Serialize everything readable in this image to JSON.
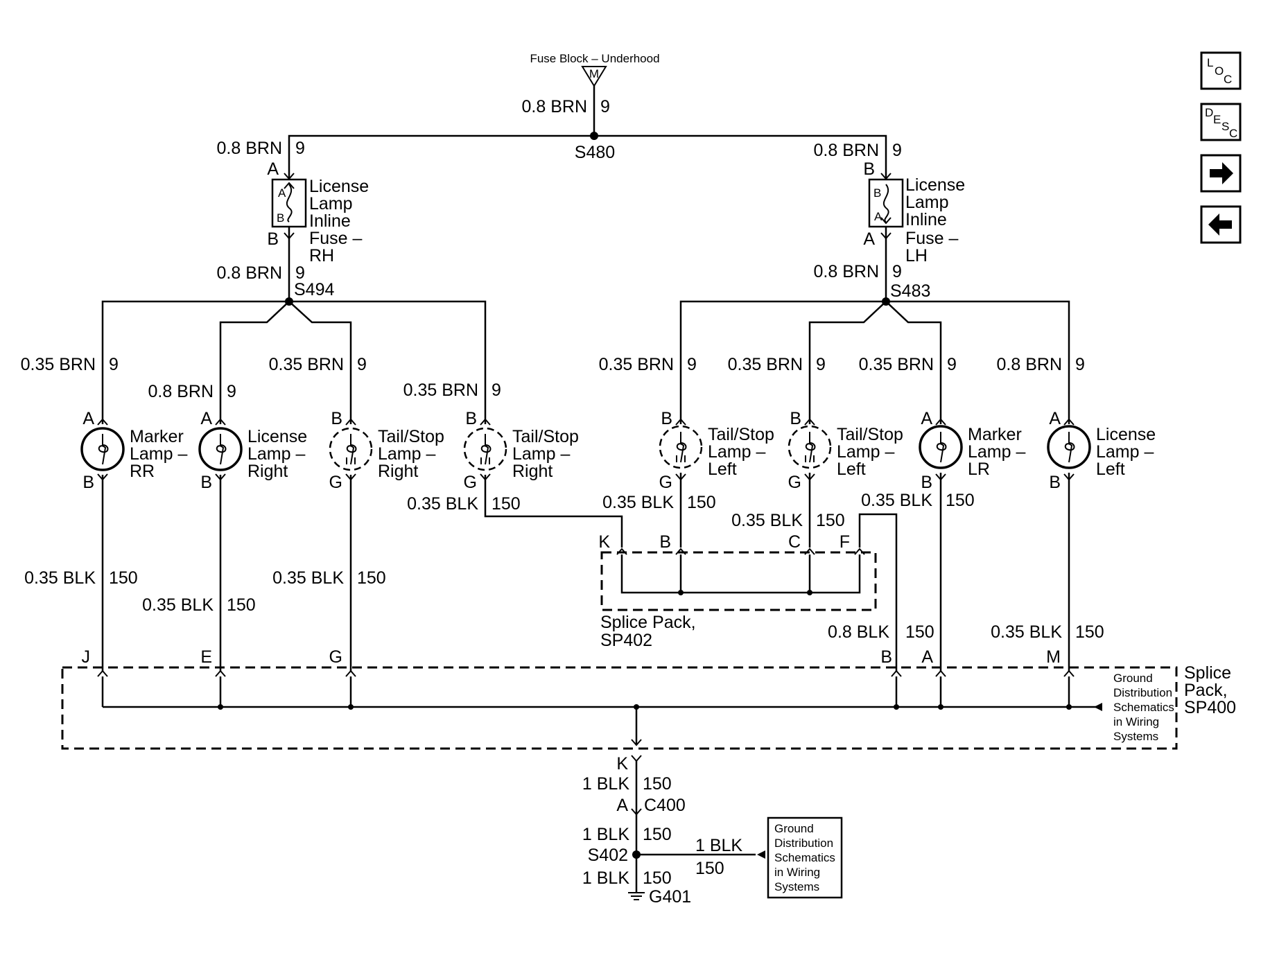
{
  "fuse_block": {
    "label": "Fuse Block – Underhood",
    "terminal": "M"
  },
  "splices": {
    "s480": "S480",
    "s494": "S494",
    "s483": "S483",
    "s402": "S402"
  },
  "wires": {
    "main_gauge": "0.8 BRN",
    "circuit_9": "9",
    "brn_035": "0.35 BRN",
    "brn_08": "0.8 BRN",
    "blk_035": "0.35 BLK",
    "blk_08": "0.8 BLK",
    "blk_1": "1 BLK",
    "circuit_150": "150"
  },
  "fuses": {
    "rh": {
      "lines": [
        "License",
        "Lamp",
        "Inline",
        "Fuse –",
        "RH"
      ],
      "top_pin": "A",
      "bottom_pin": "B",
      "inner_top": "A",
      "inner_bottom": "B"
    },
    "lh": {
      "lines": [
        "License",
        "Lamp",
        "Inline",
        "Fuse –",
        "LH"
      ],
      "top_pin": "B",
      "bottom_pin": "A",
      "inner_top": "B",
      "inner_bottom": "A"
    }
  },
  "lamps": [
    {
      "lines": [
        "Marker",
        "Lamp –",
        "RR"
      ],
      "top_pin": "A",
      "bottom_pin": "B"
    },
    {
      "lines": [
        "License",
        "Lamp –",
        "Right"
      ],
      "top_pin": "A",
      "bottom_pin": "B"
    },
    {
      "lines": [
        "Tail/Stop",
        "Lamp –",
        "Right"
      ],
      "top_pin": "B",
      "bottom_pin": "G"
    },
    {
      "lines": [
        "Tail/Stop",
        "Lamp –",
        "Right"
      ],
      "top_pin": "B",
      "bottom_pin": "G"
    },
    {
      "lines": [
        "Tail/Stop",
        "Lamp –",
        "Left"
      ],
      "top_pin": "B",
      "bottom_pin": "G"
    },
    {
      "lines": [
        "Tail/Stop",
        "Lamp –",
        "Left"
      ],
      "top_pin": "B",
      "bottom_pin": "G"
    },
    {
      "lines": [
        "Marker",
        "Lamp –",
        "LR"
      ],
      "top_pin": "A",
      "bottom_pin": "B"
    },
    {
      "lines": [
        "License",
        "Lamp –",
        "Left"
      ],
      "top_pin": "A",
      "bottom_pin": "B"
    }
  ],
  "sp402": {
    "lines": [
      "Splice Pack,",
      "SP402"
    ],
    "pins": [
      "K",
      "B",
      "C",
      "F"
    ]
  },
  "sp400": {
    "lines": [
      "Splice",
      "Pack,",
      "SP400"
    ],
    "pins": [
      "J",
      "E",
      "G",
      "B",
      "A",
      "M"
    ],
    "bottom_pin": "K"
  },
  "connector": {
    "name": "C400",
    "pin": "A"
  },
  "ground": {
    "name": "G401"
  },
  "ground_ref": {
    "lines": [
      "Ground",
      "Distribution",
      "Schematics",
      "in Wiring",
      "Systems"
    ]
  },
  "nav": {
    "loc": {
      "l1": "L",
      "l2": "O",
      "l3": "C"
    },
    "desc": {
      "l1": "D",
      "l2": "E",
      "l3": "S",
      "l4": "C"
    },
    "next_icon": "arrow-right-icon",
    "prev_icon": "arrow-left-icon"
  }
}
